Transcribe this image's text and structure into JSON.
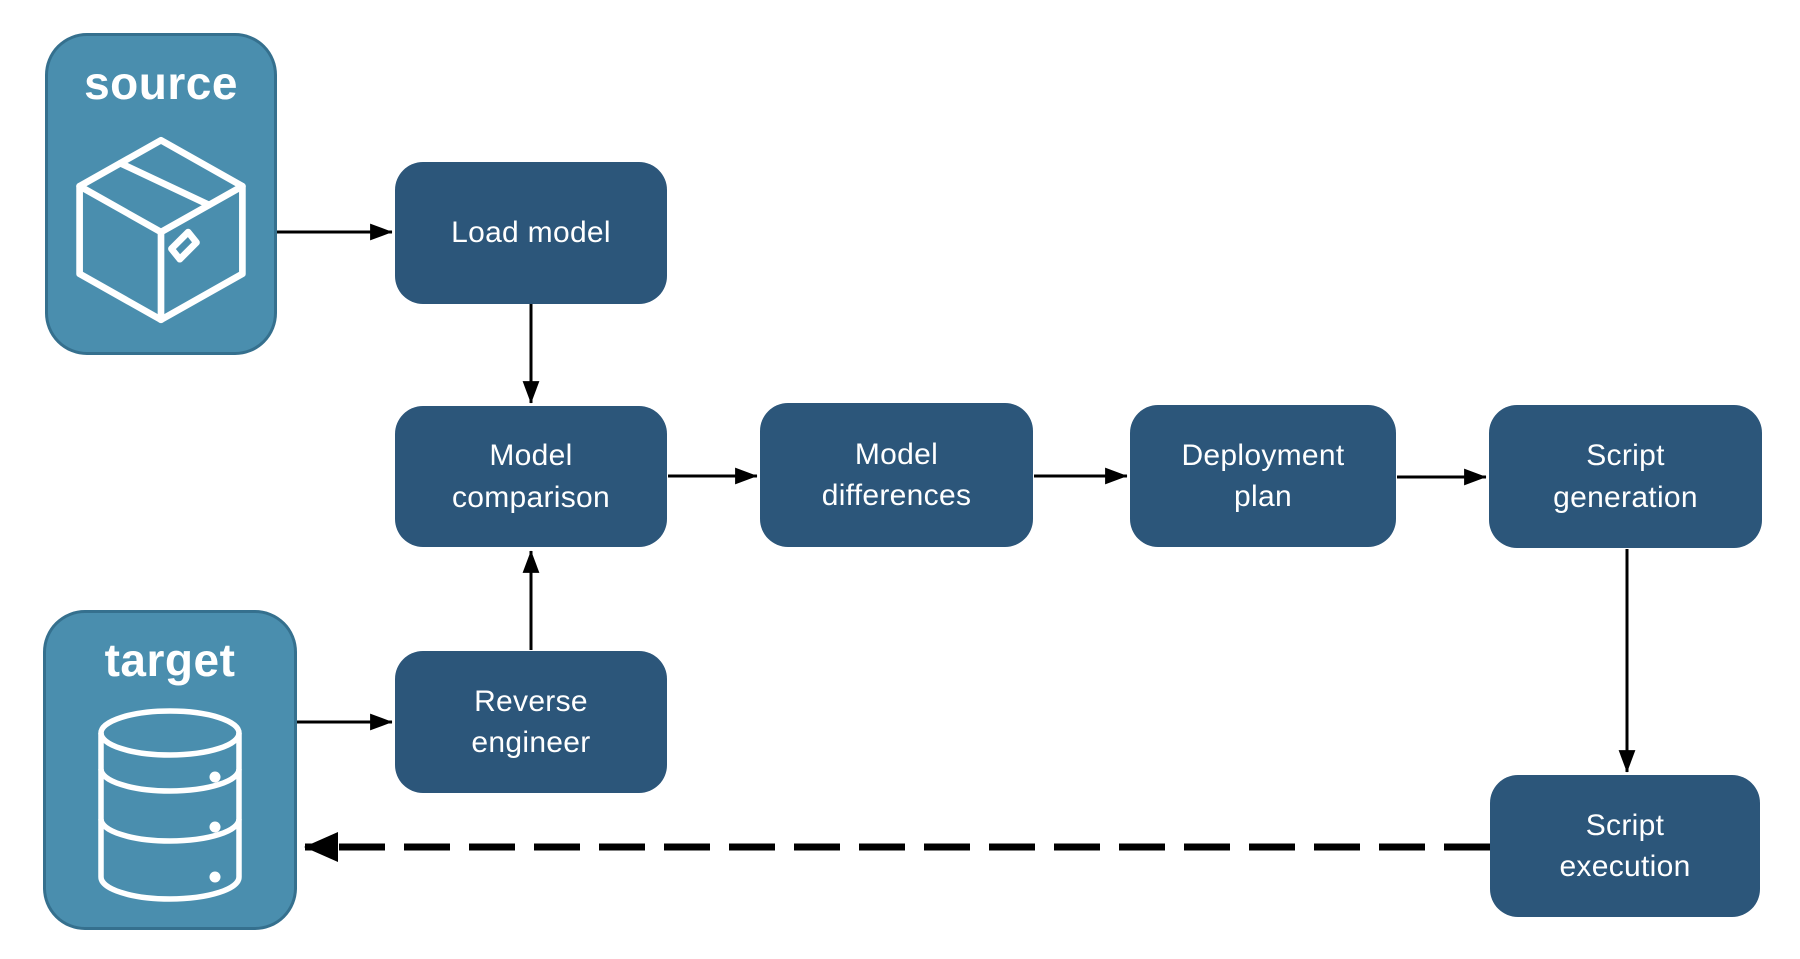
{
  "diagram": {
    "colors": {
      "endpoint_fill": "#4A8EAE",
      "endpoint_border": "#35708E",
      "process_fill": "#2C567A",
      "label_text": "#FFFFFF",
      "arrow": "#000000",
      "background": "#FFFFFF"
    },
    "nodes": {
      "source": {
        "label": "source",
        "type": "endpoint",
        "icon": "package-icon"
      },
      "target": {
        "label": "target",
        "type": "endpoint",
        "icon": "database-icon"
      },
      "load_model": {
        "label": "Load model",
        "type": "process"
      },
      "model_comparison": {
        "label": "Model\ncomparison",
        "type": "process"
      },
      "model_differences": {
        "label": "Model\ndifferences",
        "type": "process"
      },
      "deployment_plan": {
        "label": "Deployment\nplan",
        "type": "process"
      },
      "script_generation": {
        "label": "Script\ngeneration",
        "type": "process"
      },
      "reverse_engineer": {
        "label": "Reverse\nengineer",
        "type": "process"
      },
      "script_execution": {
        "label": "Script\nexecution",
        "type": "process"
      }
    },
    "edges": [
      {
        "from": "source",
        "to": "load_model",
        "style": "solid"
      },
      {
        "from": "load_model",
        "to": "model_comparison",
        "style": "solid"
      },
      {
        "from": "model_comparison",
        "to": "model_differences",
        "style": "solid"
      },
      {
        "from": "model_differences",
        "to": "deployment_plan",
        "style": "solid"
      },
      {
        "from": "deployment_plan",
        "to": "script_generation",
        "style": "solid"
      },
      {
        "from": "script_generation",
        "to": "script_execution",
        "style": "solid"
      },
      {
        "from": "target",
        "to": "reverse_engineer",
        "style": "solid"
      },
      {
        "from": "reverse_engineer",
        "to": "model_comparison",
        "style": "solid"
      },
      {
        "from": "script_execution",
        "to": "target",
        "style": "dashed"
      }
    ]
  }
}
